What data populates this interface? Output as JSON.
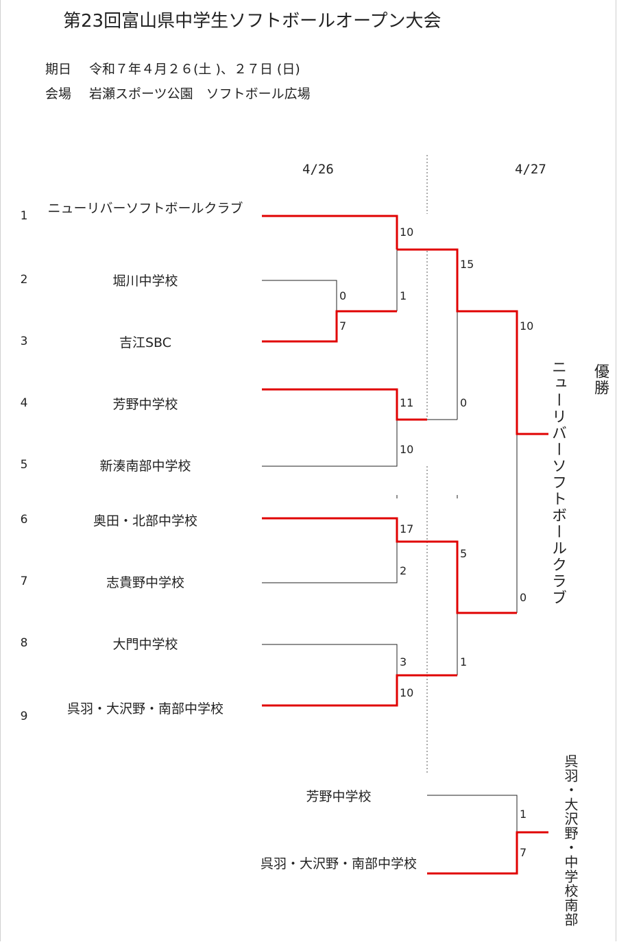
{
  "page": {
    "title": "第23回富山県中学生ソフトボールオープン大会",
    "period_label": "期日",
    "period_value": "令和７年４月２６(土 )、２７日 (日)",
    "venue_label": "会場",
    "venue_value": "岩瀬スポーツ公園　ソフトボール広場"
  },
  "bracket": {
    "dates": [
      "4/26",
      "4/27"
    ],
    "seeds": [
      "1",
      "2",
      "3",
      "4",
      "5",
      "6",
      "7",
      "8",
      "9"
    ],
    "teams": [
      "ニューリバーソフトボールクラブ",
      "堀川中学校",
      "吉江SBC",
      "芳野中学校",
      "新湊南部中学校",
      "奥田・北部中学校",
      "志貴野中学校",
      "大門中学校",
      "呉羽・大沢野・南部中学校"
    ],
    "scores": {
      "r1_team1": "10",
      "r1_sf1": "1",
      "r0_team2": "0",
      "r0_team3": "7",
      "r1_team4": "11",
      "r1_team5": "10",
      "r1_team6": "17",
      "r1_team7": "2",
      "r1_team8": "3",
      "r1_team9": "10",
      "r2_top": "15",
      "r2_mid": "0",
      "r2_low1": "5",
      "r2_low2": "1",
      "final_top": "10",
      "final_bot": "0"
    },
    "champion_label": "優勝",
    "champion_name": "ニューリバーソフトボールクラブ"
  },
  "third_place": {
    "teams": [
      "芳野中学校",
      "呉羽・大沢野・南部中学校"
    ],
    "scores": [
      "1",
      "7"
    ],
    "winner": "呉羽・大沢野・中学校南部"
  },
  "colors": {
    "winner_line": "#e00000",
    "line": "#222222",
    "divider": "#555555"
  }
}
